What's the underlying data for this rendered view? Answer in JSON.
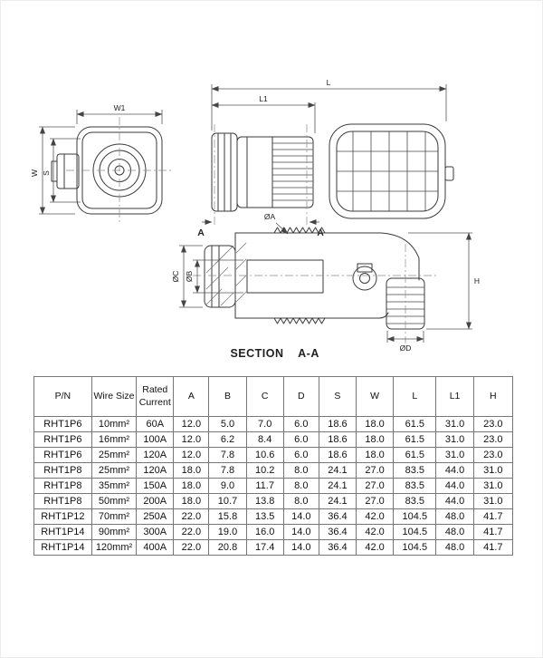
{
  "drawing": {
    "labels": {
      "w1": "W1",
      "w": "W",
      "s": "S",
      "l": "L",
      "l1": "L1",
      "section_marker_left": "A",
      "section_marker_right": "A",
      "dia_a": "ØA",
      "dia_b": "ØB",
      "dia_c": "ØC",
      "dia_d": "ØD",
      "h": "H"
    },
    "section_title": "SECTION",
    "section_id": "A-A"
  },
  "table": {
    "headers": [
      "P/N",
      "Wire Size",
      "Rated Current",
      "A",
      "B",
      "C",
      "D",
      "S",
      "W",
      "L",
      "L1",
      "H"
    ],
    "rows": [
      [
        "RHT1P6",
        "10mm²",
        "60A",
        "12.0",
        "5.0",
        "7.0",
        "6.0",
        "18.6",
        "18.0",
        "61.5",
        "31.0",
        "23.0"
      ],
      [
        "RHT1P6",
        "16mm²",
        "100A",
        "12.0",
        "6.2",
        "8.4",
        "6.0",
        "18.6",
        "18.0",
        "61.5",
        "31.0",
        "23.0"
      ],
      [
        "RHT1P6",
        "25mm²",
        "120A",
        "12.0",
        "7.8",
        "10.6",
        "6.0",
        "18.6",
        "18.0",
        "61.5",
        "31.0",
        "23.0"
      ],
      [
        "RHT1P8",
        "25mm²",
        "120A",
        "18.0",
        "7.8",
        "10.2",
        "8.0",
        "24.1",
        "27.0",
        "83.5",
        "44.0",
        "31.0"
      ],
      [
        "RHT1P8",
        "35mm²",
        "150A",
        "18.0",
        "9.0",
        "11.7",
        "8.0",
        "24.1",
        "27.0",
        "83.5",
        "44.0",
        "31.0"
      ],
      [
        "RHT1P8",
        "50mm²",
        "200A",
        "18.0",
        "10.7",
        "13.8",
        "8.0",
        "24.1",
        "27.0",
        "83.5",
        "44.0",
        "31.0"
      ],
      [
        "RHT1P12",
        "70mm²",
        "250A",
        "22.0",
        "15.8",
        "13.5",
        "14.0",
        "36.4",
        "42.0",
        "104.5",
        "48.0",
        "41.7"
      ],
      [
        "RHT1P14",
        "90mm²",
        "300A",
        "22.0",
        "19.0",
        "16.0",
        "14.0",
        "36.4",
        "42.0",
        "104.5",
        "48.0",
        "41.7"
      ],
      [
        "RHT1P14",
        "120mm²",
        "400A",
        "22.0",
        "20.8",
        "17.4",
        "14.0",
        "36.4",
        "42.0",
        "104.5",
        "48.0",
        "41.7"
      ]
    ]
  },
  "colors": {
    "line": "#3a3a3a",
    "dim_line": "#555555",
    "table_border": "#777777",
    "text": "#111111"
  }
}
